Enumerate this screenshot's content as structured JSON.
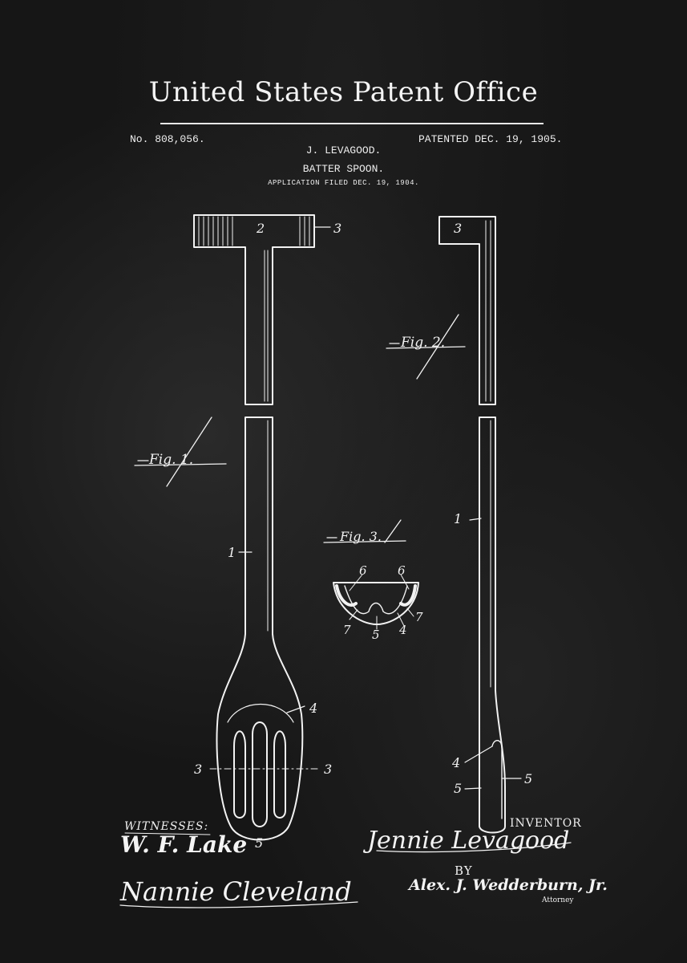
{
  "header": {
    "title": "United States Patent Office",
    "patent_number": "No. 808,056.",
    "patent_date": "PATENTED DEC. 19, 1905.",
    "inventor_name": "J. LEVAGOOD.",
    "document_title": "BATTER SPOON.",
    "application_filed": "APPLICATION FILED DEC. 19, 1904."
  },
  "figures": {
    "fig1": "Fig. 1.",
    "fig2": "Fig. 2.",
    "fig3": "Fig. 3."
  },
  "reference_numerals": {
    "n1": "1",
    "n2": "2",
    "n3": "3",
    "n4": "4",
    "n5": "5",
    "n6": "6",
    "n7": "7"
  },
  "footer": {
    "witnesses_label": "WITNESSES:",
    "inventor_label": "INVENTOR",
    "by_label": "BY",
    "attorney_label": "Attorney",
    "witness1_signature": "W. F. Lake",
    "witness2_signature": "Nannie Cleveland",
    "inventor_signature": "Jennie Levagood",
    "attorney_signature": "Alex. J. Wedderburn, Jr."
  },
  "colors": {
    "background": "#161616",
    "ink": "#f2f2f2"
  }
}
